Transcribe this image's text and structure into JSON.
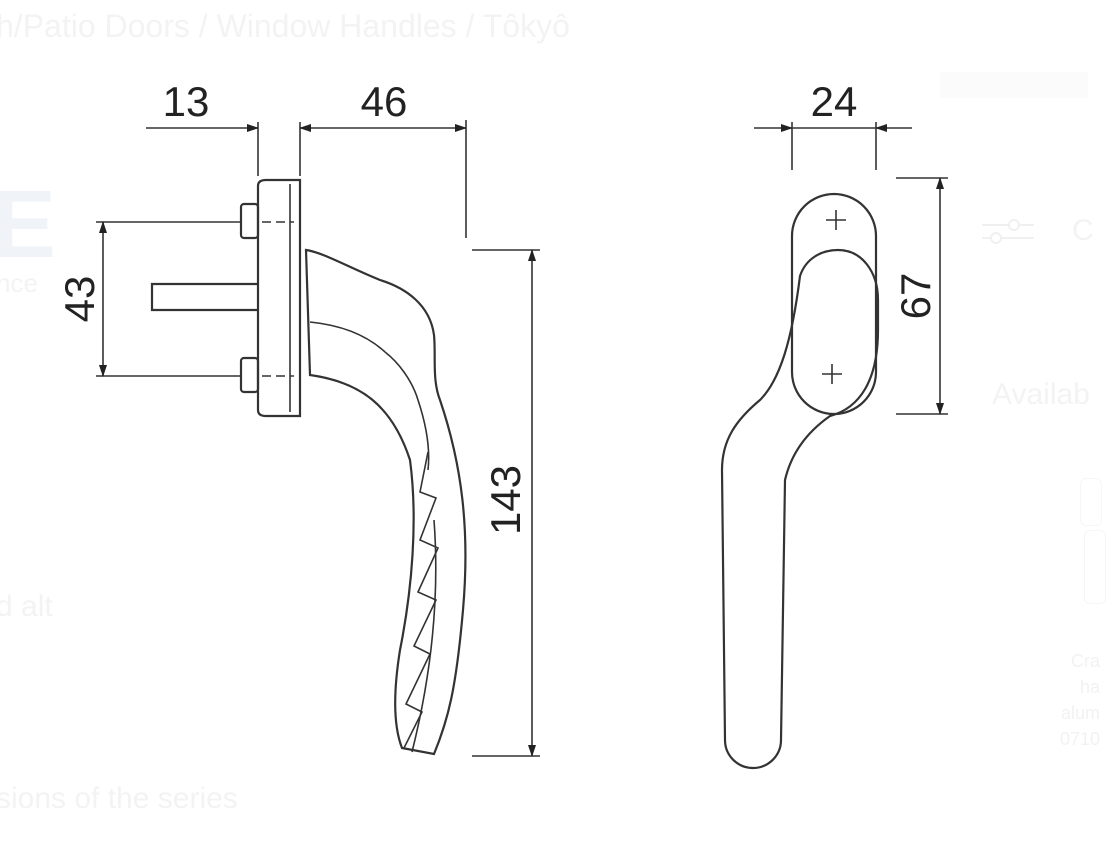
{
  "page": {
    "breadcrumb": "h/Patio Doors / Window Handles / Tôkyô",
    "big_letter": "E",
    "sub_fragment": "nce",
    "alt_fragment": "d alt",
    "versions_fragment": "sions of the series",
    "available_fragment": "Availab",
    "right_letter": "C",
    "info_lines": [
      "Cra",
      "ha",
      "alum",
      "0710"
    ]
  },
  "dimensions": {
    "shank_offset": "13",
    "handle_depth": "46",
    "screw_spacing": "43",
    "handle_length": "143",
    "rose_width": "24",
    "rose_height": "67"
  },
  "colors": {
    "line": "#333333",
    "background": "#ffffff",
    "ghost_text": "#f3f3f3"
  }
}
